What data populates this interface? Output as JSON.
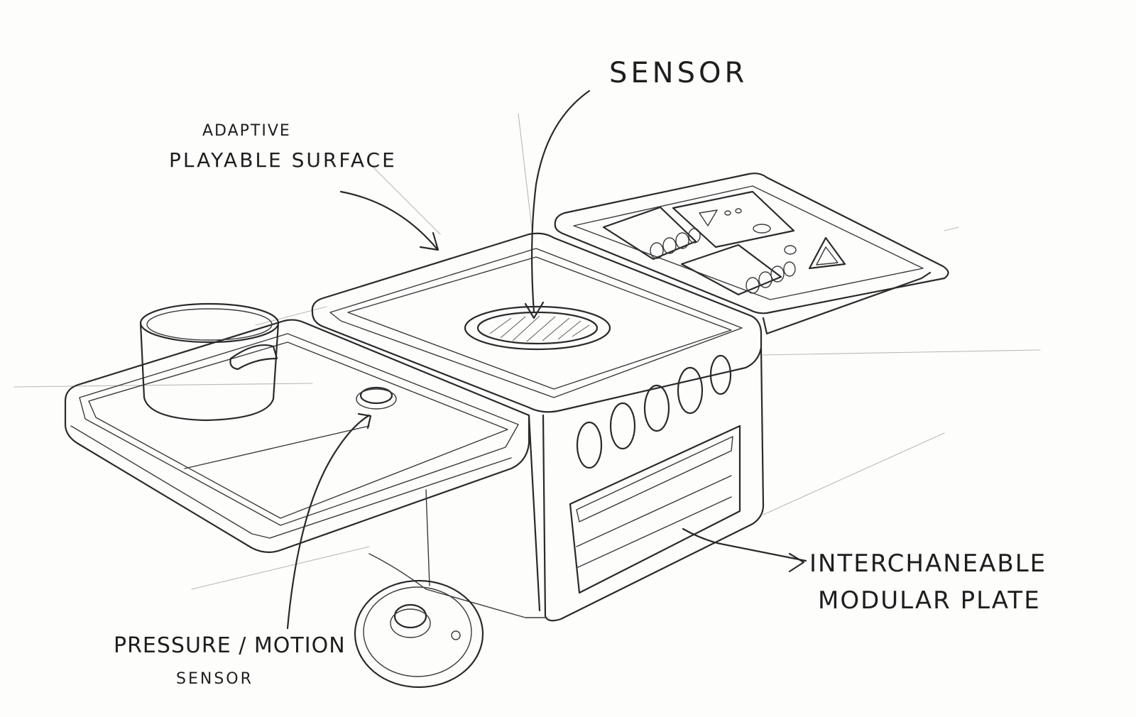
{
  "labels": {
    "sensor_top": "SENSOR",
    "adaptive": "ADAPTIVE",
    "playable_surface": "PLAYABLE SURFACE",
    "interchangeable": "INTERCHANEABLE",
    "modular_plate": "MODULAR PLATE",
    "pressure_motion": "PRESSURE / MOTION",
    "sensor_bottom": "SENSOR"
  },
  "colors": {
    "paper": "#fdfdfc",
    "ink": "#2a2a2a",
    "guide": "#b9b9b9"
  }
}
